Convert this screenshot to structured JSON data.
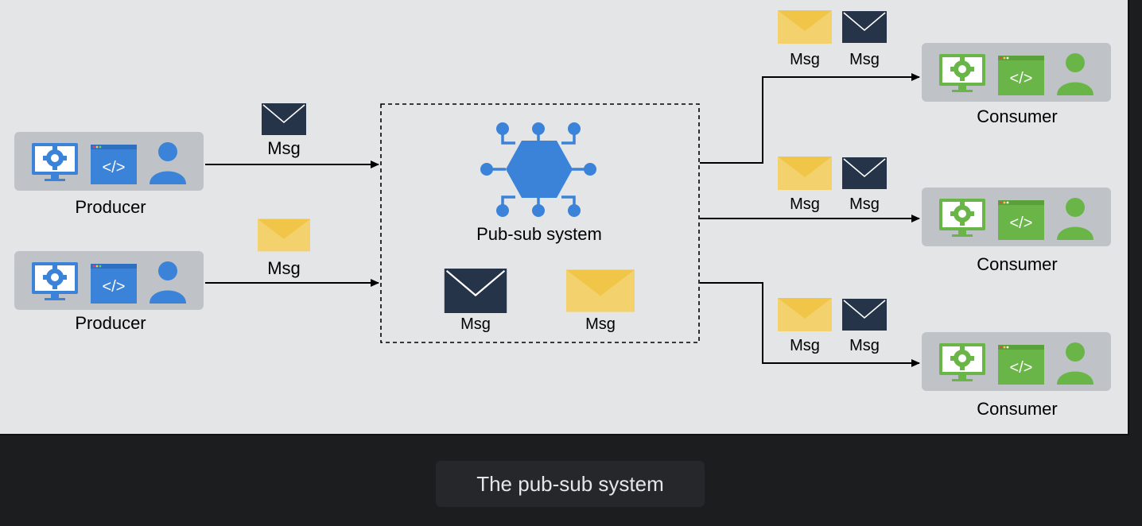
{
  "diagram": {
    "producers": [
      {
        "label": "Producer"
      },
      {
        "label": "Producer"
      }
    ],
    "producer_messages": [
      {
        "label": "Msg",
        "color": "dark"
      },
      {
        "label": "Msg",
        "color": "yellow"
      }
    ],
    "pubsub": {
      "label": "Pub-sub system",
      "messages": [
        {
          "label": "Msg",
          "color": "dark"
        },
        {
          "label": "Msg",
          "color": "yellow"
        }
      ]
    },
    "consumers": [
      {
        "label": "Consumer",
        "messages": [
          {
            "label": "Msg",
            "color": "yellow"
          },
          {
            "label": "Msg",
            "color": "dark"
          }
        ]
      },
      {
        "label": "Consumer",
        "messages": [
          {
            "label": "Msg",
            "color": "yellow"
          },
          {
            "label": "Msg",
            "color": "dark"
          }
        ]
      },
      {
        "label": "Consumer",
        "messages": [
          {
            "label": "Msg",
            "color": "yellow"
          },
          {
            "label": "Msg",
            "color": "dark"
          }
        ]
      }
    ],
    "icons": [
      "monitor-gear-icon",
      "code-window-icon",
      "user-icon",
      "envelope-icon",
      "hub-network-icon"
    ],
    "colors": {
      "producer": "#3b82d9",
      "consumer": "#6ab547",
      "envelope_dark": "#253449",
      "envelope_yellow": "#f3cd63",
      "hub": "#3b82d9",
      "node_bg": "#bfc2c6",
      "canvas_bg": "#e4e5e7"
    }
  },
  "caption": "The pub-sub system"
}
